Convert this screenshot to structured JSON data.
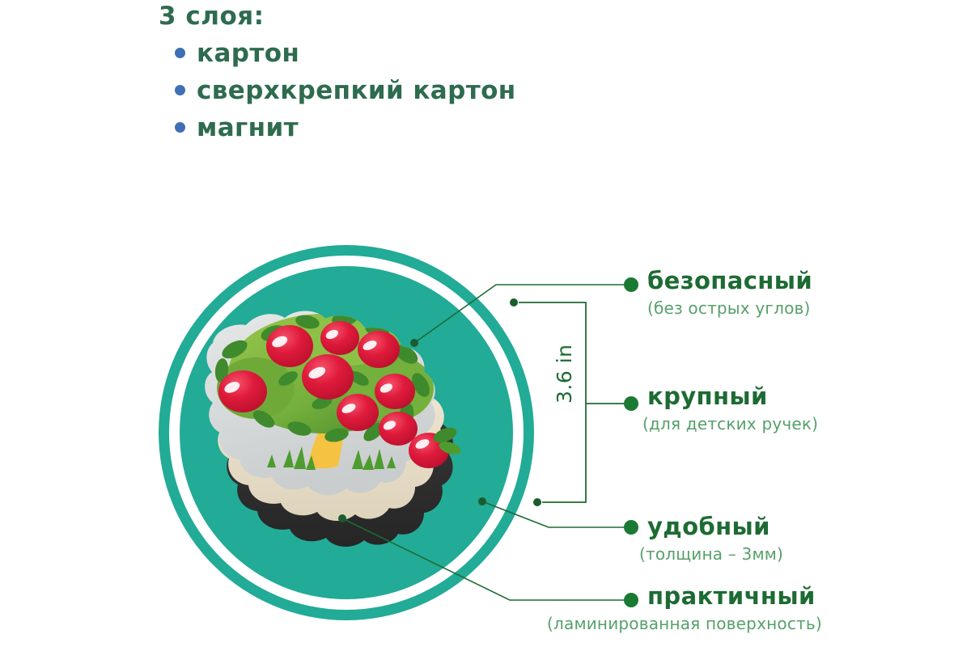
{
  "layers": {
    "title": "3 слоя:",
    "items": [
      {
        "label": "картон",
        "bullet": "bullet-dot"
      },
      {
        "label": "сверхкрепкий картон",
        "bullet": "bullet-dot"
      },
      {
        "label": "магнит",
        "bullet": "bullet-dot"
      }
    ]
  },
  "illustration": {
    "name": "apple-tree-magnet-puzzle-piece",
    "badge_shape": "teal-double-ring-circle",
    "layers_depicted": [
      "laminated-printed-top",
      "cream-cardboard-middle",
      "dark-magnet-bottom"
    ]
  },
  "dimension": {
    "value": "3.6 in",
    "bracket": "vertical-height-bracket"
  },
  "callouts": [
    {
      "id": "safe",
      "title": "безопасный",
      "subtitle": "(без острых углов)"
    },
    {
      "id": "large",
      "title": "крупный",
      "subtitle": "(для детских ручек)"
    },
    {
      "id": "handy",
      "title": "удобный",
      "subtitle": "(толщина – 3мм)"
    },
    {
      "id": "practical",
      "title": "практичный",
      "subtitle": "(ламинированная поверхность)"
    }
  ],
  "colors": {
    "teal": "#22ab96",
    "dark_green": "#1d6b33",
    "mid_green": "#2E6B4F",
    "light_green": "#56a06a",
    "bullet_blue": "#3f6fb5",
    "background": "#ffffff"
  }
}
